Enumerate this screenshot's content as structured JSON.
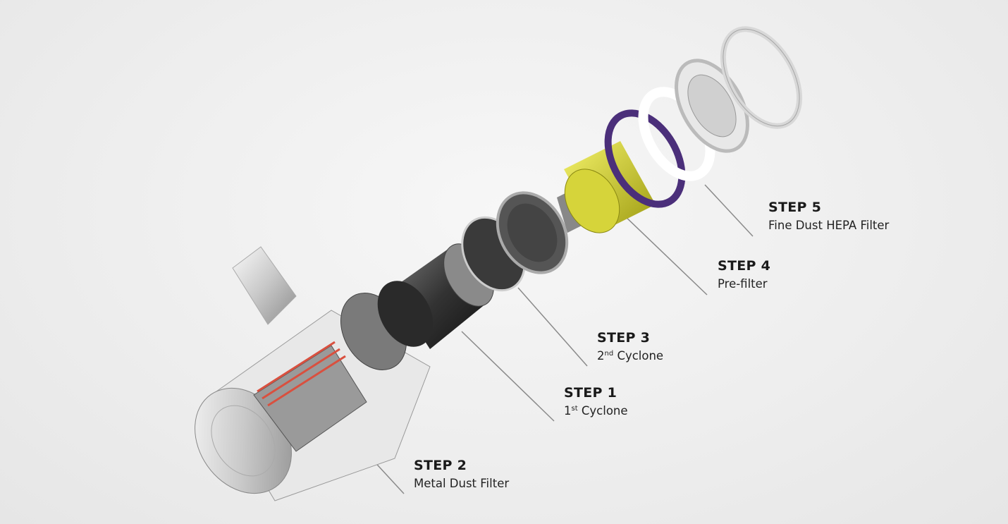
{
  "steps": [
    {
      "title": "STEP 5",
      "subtitle": "Fine Dust HEPA Filter"
    },
    {
      "title": "STEP 4",
      "subtitle": "Pre-filter"
    },
    {
      "title": "STEP 3",
      "num": "2",
      "sup": "nd",
      "subtitle": "Cyclone"
    },
    {
      "title": "STEP 1",
      "num": "1",
      "sup": "st",
      "subtitle": "Cyclone"
    },
    {
      "title": "STEP 2",
      "subtitle": "Metal Dust Filter"
    }
  ],
  "colors": {
    "prefilter": "#e4e236",
    "ring": "#4b2f7a",
    "leader": "#8a8a8a",
    "dust_filter_band": "#d9503f"
  }
}
